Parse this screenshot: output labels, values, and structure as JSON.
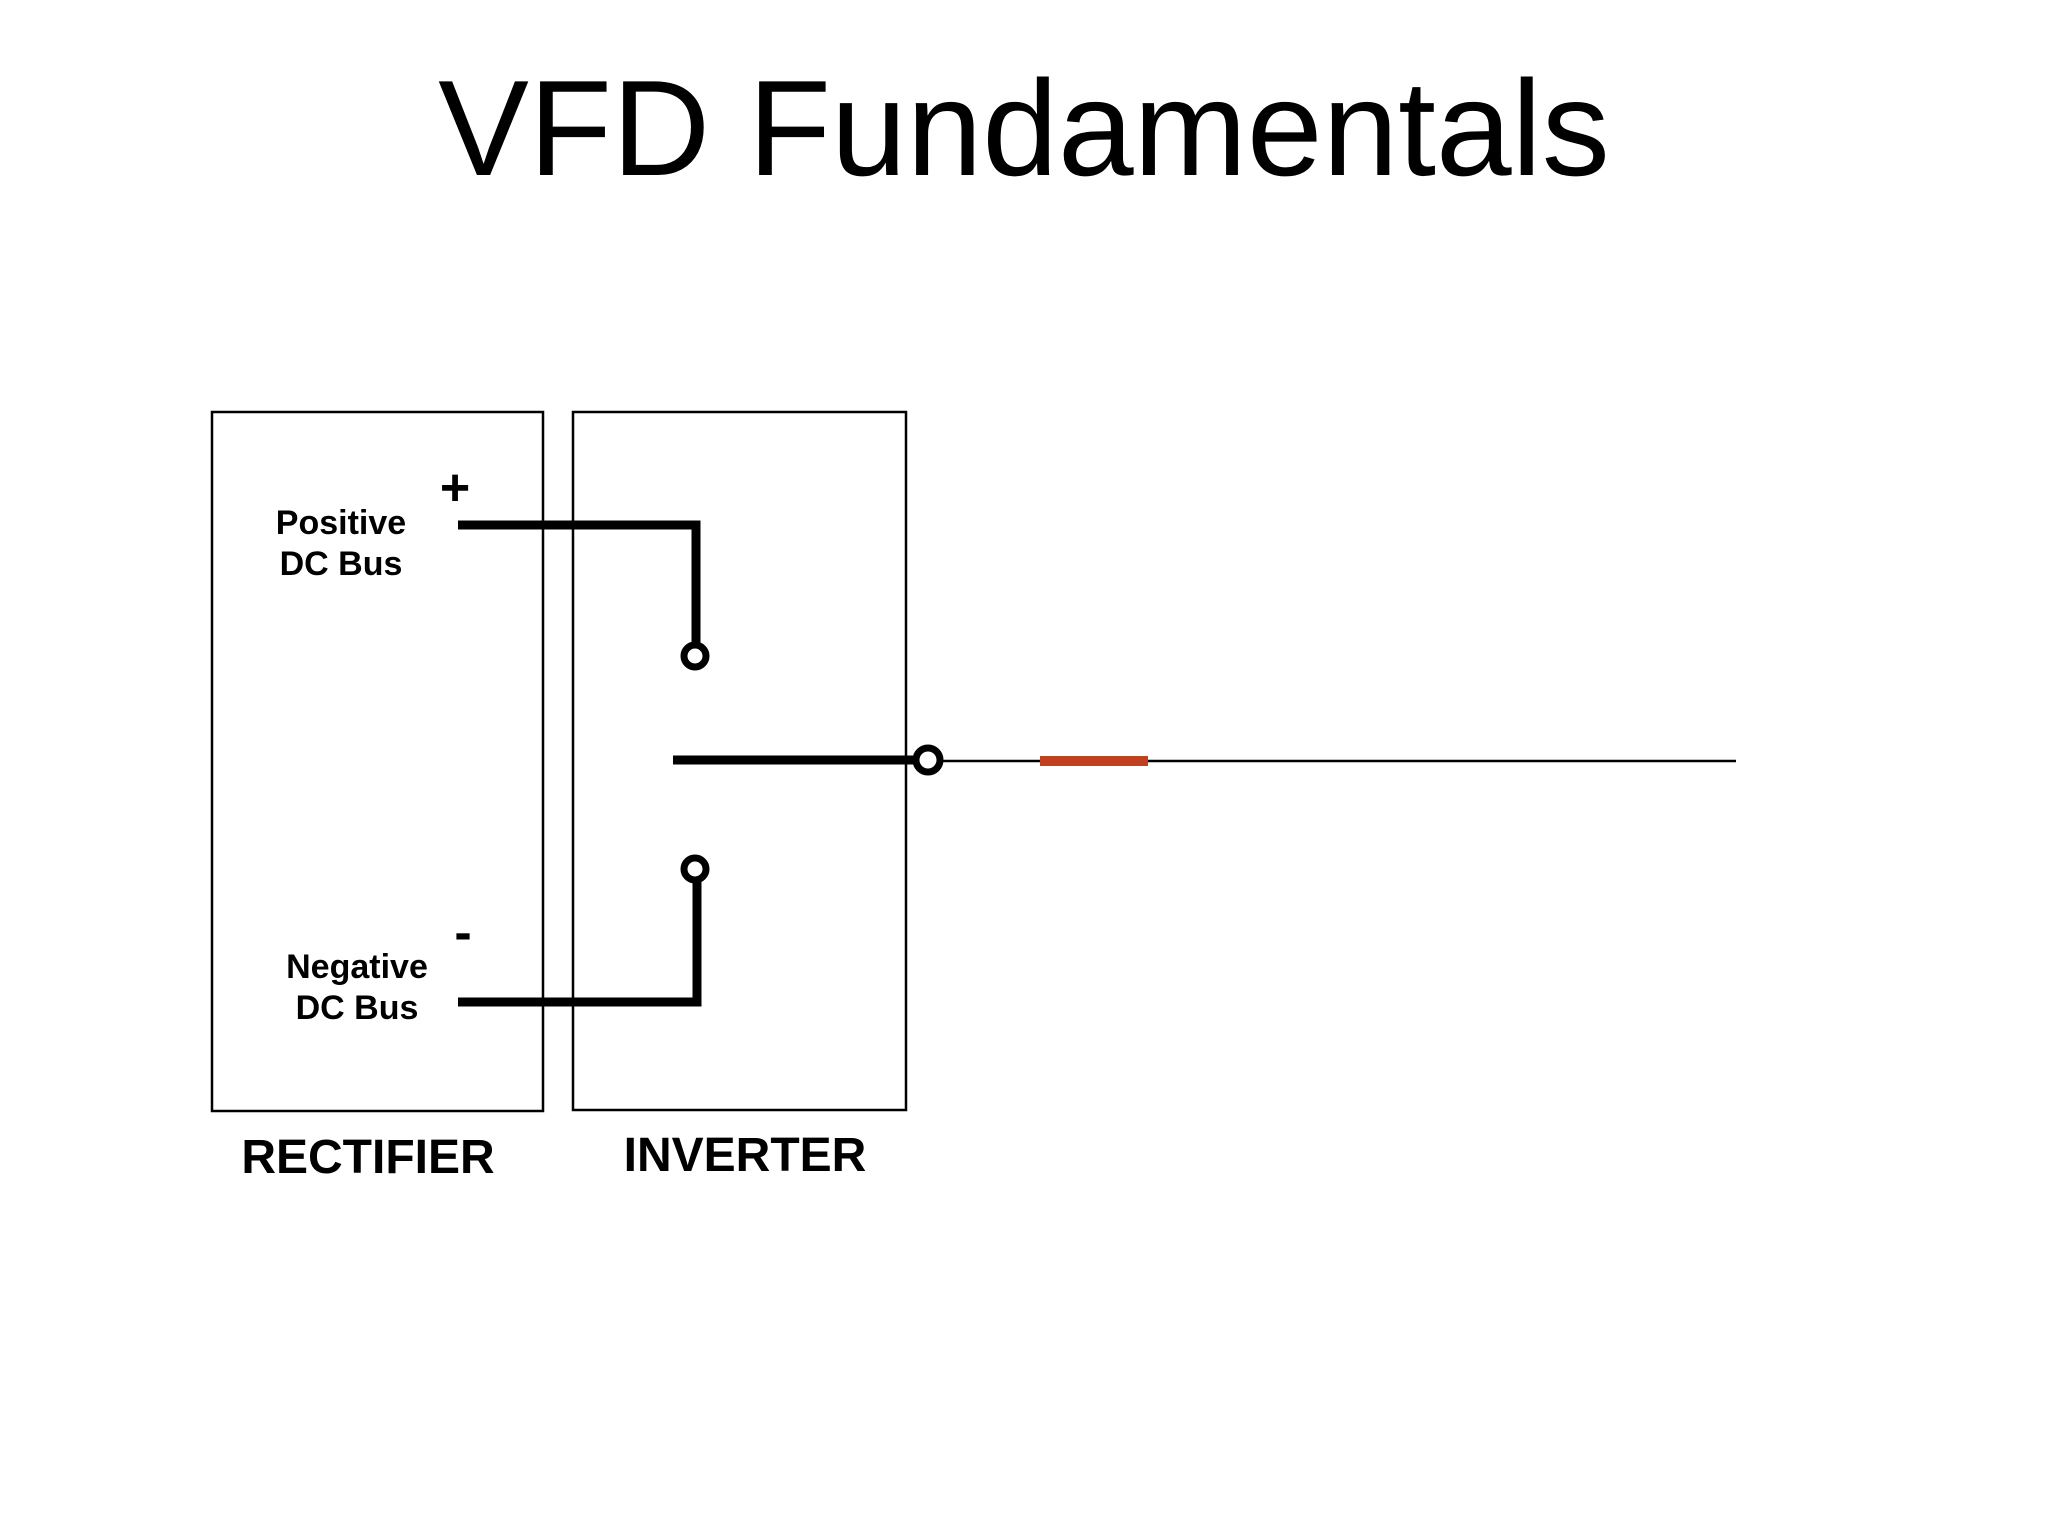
{
  "slide": {
    "title": "VFD Fundamentals"
  },
  "diagram": {
    "blocks": {
      "rectifier": {
        "label": "RECTIFIER"
      },
      "inverter": {
        "label": "INVERTER"
      }
    },
    "buses": {
      "positive": {
        "label_line1": "Positive",
        "label_line2": "DC Bus",
        "sign": "+"
      },
      "negative": {
        "label_line1": "Negative",
        "label_line2": "DC Bus",
        "sign": "-"
      }
    },
    "colors": {
      "line": "#000000",
      "output_marker": "#c0401f"
    }
  }
}
